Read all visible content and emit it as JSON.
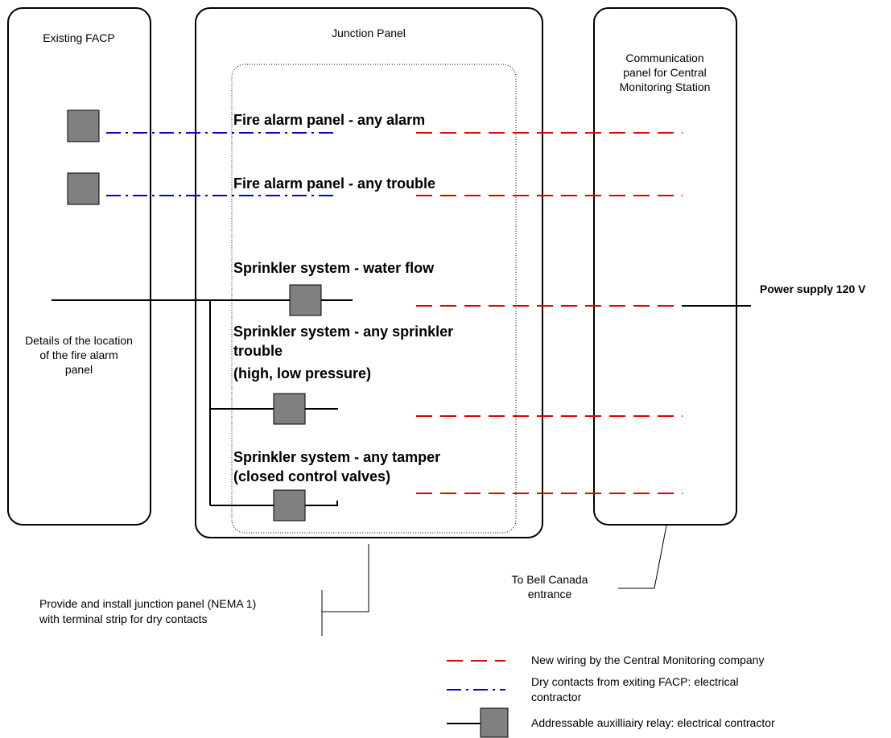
{
  "panels": {
    "facp": {
      "title": "Existing FACP",
      "details": [
        "Details of the location",
        "of the fire alarm",
        "panel"
      ]
    },
    "junction": {
      "title": "Junction Panel"
    },
    "communication": {
      "title": [
        "Communication",
        "panel for Central",
        "Monitoring Station"
      ]
    }
  },
  "signals": {
    "any_alarm": "Fire alarm panel  -  any alarm",
    "any_trouble": "Fire alarm panel  -  any trouble",
    "water_flow": "Sprinkler system  -  water flow",
    "sprinkler_trouble": [
      "Sprinkler system  -  any sprinkler",
      "trouble",
      "(high, low pressure)"
    ],
    "tamper": [
      "Sprinkler system  -  any tamper",
      "(closed control valves)"
    ]
  },
  "power_supply": "Power supply 120 V",
  "notes": {
    "junction_install": [
      "Provide and install junction panel (NEMA 1)",
      "with terminal strip for dry contacts"
    ],
    "bell": [
      "To Bell Canada",
      "entrance"
    ]
  },
  "legend": {
    "red": "New wiring by the Central Monitoring company",
    "blue": [
      "Dry contacts from exiting FACP: electrical",
      "contractor"
    ],
    "relay": "Addressable auxilliairy relay: electrical contractor"
  },
  "colors": {
    "new_wiring": "#e00000",
    "dry_contacts": "#0000cc",
    "relay_fill": "#808080"
  }
}
